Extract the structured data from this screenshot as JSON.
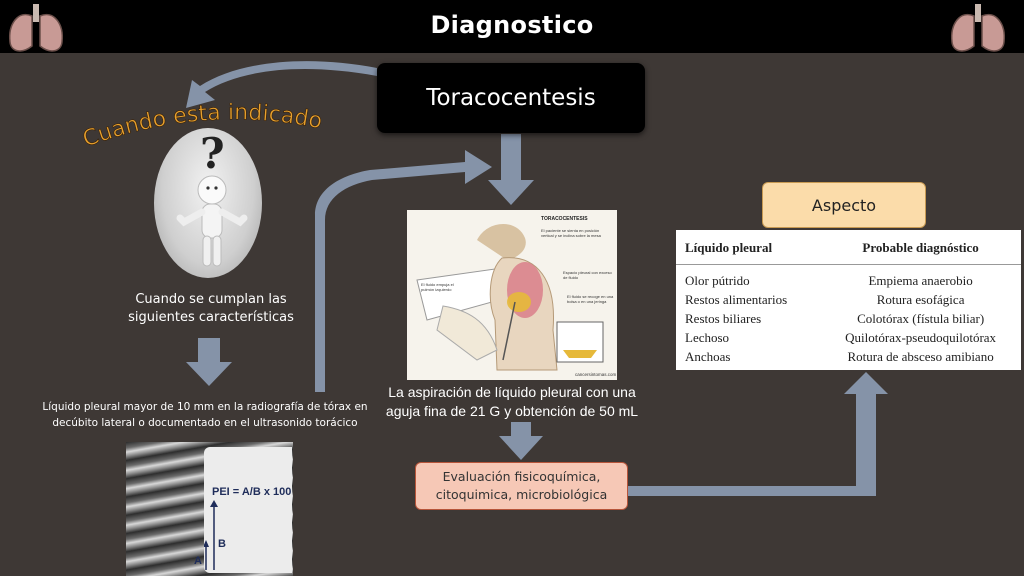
{
  "header": {
    "title": "Diagnostico"
  },
  "main_box": {
    "label": "Toracocentesis"
  },
  "left": {
    "question_title": "Cuando esta indicado?",
    "criteria_intro": "Cuando se cumplan las siguientes características",
    "criteria_detail": "Líquido pleural mayor de 10 mm en la radiografía de tórax en decúbito lateral o documentado en el ultrasonido torácico",
    "xray": {
      "formula": "PEI = A/B x 100",
      "label_b": "B",
      "label_a": "A"
    }
  },
  "center": {
    "illustration": {
      "title": "TORACOCENTESIS",
      "note1": "El paciente se sienta en posición vertical y se inclina sobre la mesa",
      "note2": "Espacio pleural con exceso de fluido",
      "note3": "El fluido empuja el pulmón izquierdo",
      "note4": "El fluido se recoge en una bolsa o en una jeringa",
      "source": "cancersintomas.com"
    },
    "caption": "La aspiración de líquido pleural con una aguja fina de 21 G y obtención de 50 mL",
    "evaluation": "Evaluación fisicoquímica, citoquimica, microbiológica"
  },
  "right": {
    "aspect_label": "Aspecto",
    "table": {
      "headers": [
        "Líquido pleural",
        "Probable diagnóstico"
      ],
      "rows": [
        [
          "Olor pútrido",
          "Empiema anaerobio"
        ],
        [
          "Restos alimentarios",
          "Rotura esofágica"
        ],
        [
          "Restos biliares",
          "Colotórax (fístula biliar)"
        ],
        [
          "Lechoso",
          "Quilotórax-pseudoquilotórax"
        ],
        [
          "Anchoas",
          "Rotura de absceso amibiano"
        ]
      ]
    }
  },
  "colors": {
    "arrow": "#8593a8",
    "eval_fill": "#f6c8b6",
    "aspect_fill": "#fbdcaa",
    "question_text": "#e8a12e"
  }
}
